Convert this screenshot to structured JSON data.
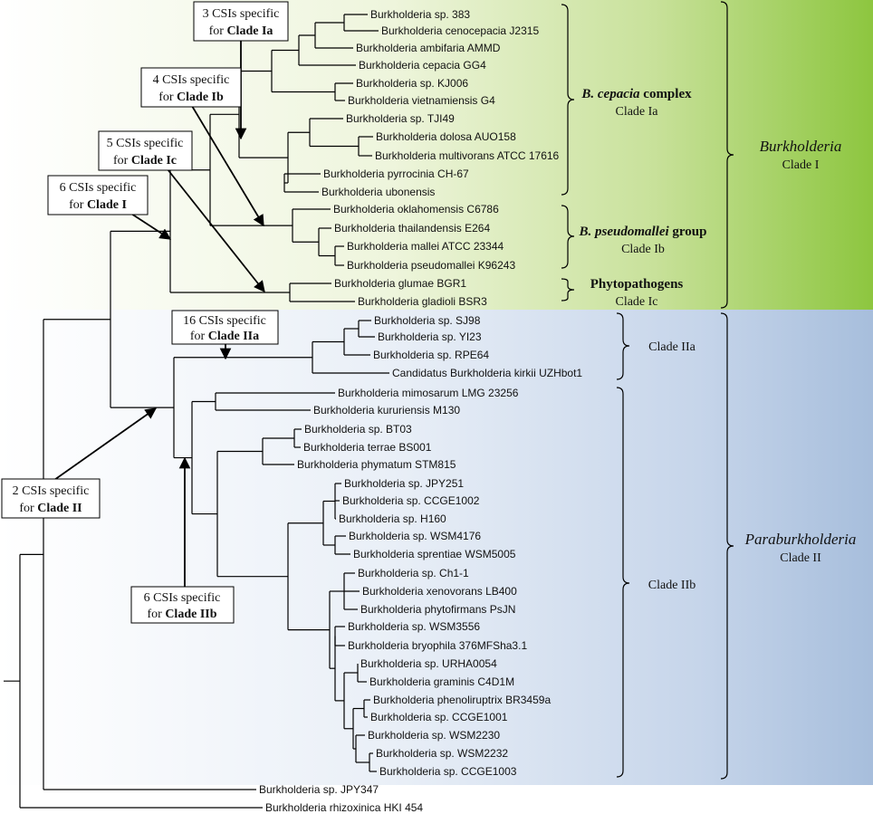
{
  "taxa": [
    "Burkholderia sp. 383",
    "Burkholderia cenocepacia J2315",
    "Burkholderia ambifaria AMMD",
    "Burkholderia cepacia GG4",
    "Burkholderia sp. KJ006",
    "Burkholderia vietnamiensis G4",
    "Burkholderia sp. TJI49",
    "Burkholderia dolosa AUO158",
    "Burkholderia multivorans ATCC 17616",
    "Burkholderia pyrrocinia CH-67",
    "Burkholderia ubonensis",
    "Burkholderia oklahomensis C6786",
    "Burkholderia thailandensis E264",
    "Burkholderia mallei ATCC 23344",
    "Burkholderia pseudomallei K96243",
    "Burkholderia glumae BGR1",
    "Burkholderia gladioli BSR3",
    "Burkholderia sp. SJ98",
    "Burkholderia sp. YI23",
    "Burkholderia sp. RPE64",
    "Candidatus Burkholderia kirkii UZHbot1",
    "Burkholderia mimosarum LMG 23256",
    "Burkholderia kururiensis M130",
    "Burkholderia sp. BT03",
    "Burkholderia terrae BS001",
    "Burkholderia phymatum STM815",
    "Burkholderia sp. JPY251",
    "Burkholderia sp. CCGE1002",
    "Burkholderia sp. H160",
    "Burkholderia sp. WSM4176",
    "Burkholderia sprentiae WSM5005",
    "Burkholderia sp. Ch1-1",
    "Burkholderia xenovorans LB400",
    "Burkholderia phytofirmans PsJN",
    "Burkholderia sp. WSM3556",
    "Burkholderia bryophila 376MFSha3.1",
    "Burkholderia sp. URHA0054",
    "Burkholderia graminis C4D1M",
    "Burkholderia phenoliruptrix BR3459a",
    "Burkholderia sp. CCGE1001",
    "Burkholderia sp. WSM2230",
    "Burkholderia sp. WSM2232",
    "Burkholderia sp. CCGE1003",
    "Burkholderia sp. JPY347",
    "Burkholderia rhizoxinica HKI 454"
  ],
  "groups": {
    "ia": {
      "name_italic": "B. cepacia",
      "name_rest": " complex",
      "clade": "Clade Ia"
    },
    "ib": {
      "name_italic": "B. pseudomallei",
      "name_rest": " group",
      "clade": "Clade Ib"
    },
    "ic": {
      "name": "Phytopathogens",
      "clade": "Clade Ic"
    },
    "iia": {
      "clade": "Clade IIa"
    },
    "iib": {
      "clade": "Clade IIb"
    }
  },
  "genera": {
    "burkholderia": {
      "name": "Burkholderia",
      "clade": "Clade I",
      "color": "#8dc63f"
    },
    "paraburkholderia": {
      "name": "Paraburkholderia",
      "clade": "Clade II",
      "color": "#a7bedc"
    }
  },
  "csi_boxes": {
    "ia": {
      "line1": "3 CSIs specific",
      "line2_prefix": "for ",
      "line2_bold": "Clade Ia"
    },
    "ib": {
      "line1": "4 CSIs specific",
      "line2_prefix": "for ",
      "line2_bold": "Clade Ib"
    },
    "ic": {
      "line1": "5 CSIs specific",
      "line2_prefix": "for ",
      "line2_bold": "Clade Ic"
    },
    "i": {
      "line1": "6 CSIs specific",
      "line2_prefix": "for ",
      "line2_bold": "Clade I"
    },
    "iia": {
      "line1": "16 CSIs specific",
      "line2_prefix": "for ",
      "line2_bold": "Clade IIa"
    },
    "ii": {
      "line1": "2 CSIs specific",
      "line2_prefix": "for ",
      "line2_bold": "Clade II"
    },
    "iib": {
      "line1": "6 CSIs specific",
      "line2_prefix": "for ",
      "line2_bold": "Clade IIb"
    }
  }
}
